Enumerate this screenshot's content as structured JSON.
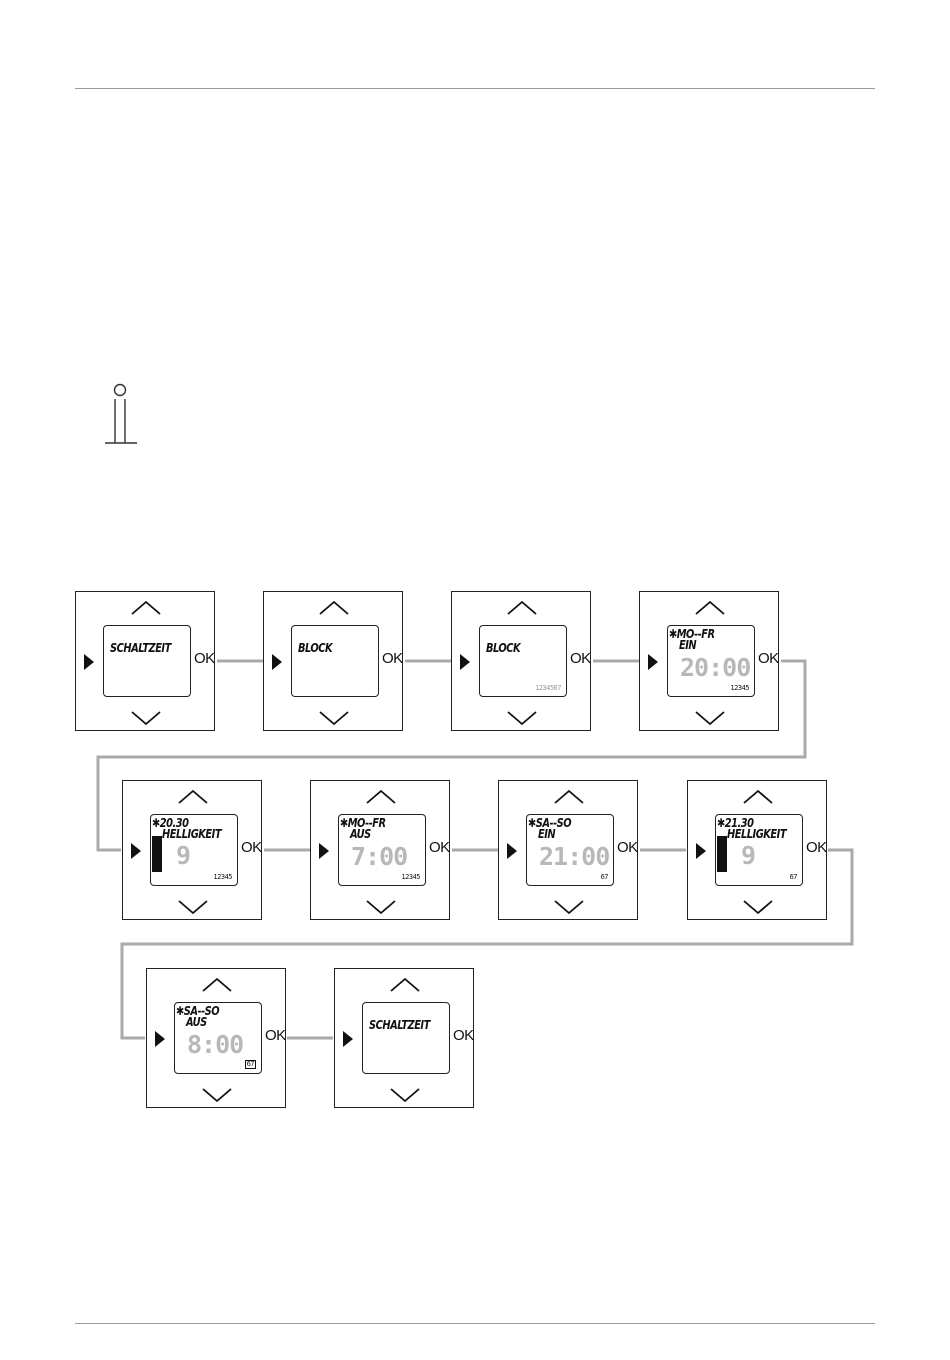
{
  "info_icon": "info-icon",
  "ok_label": "OK",
  "steps": [
    {
      "line1": "SCHALTZEIT",
      "star": false
    },
    {
      "line1": "BLOCK",
      "star": false
    },
    {
      "line1": "BLOCK",
      "tag": "1234567",
      "tag_style": "grey",
      "star": false
    },
    {
      "line1": "MO--FR",
      "line2": "EIN",
      "value": "20:00",
      "tag": "12345",
      "star": true
    },
    {
      "line1": "20.30",
      "line2": "HELLIGKEIT",
      "value": "9",
      "tag": "12345",
      "star": true,
      "bar": true
    },
    {
      "line1": "MO--FR",
      "line2": "AUS",
      "value": "7:00",
      "tag": "12345",
      "star": true
    },
    {
      "line1": "SA--SO",
      "line2": "EIN",
      "value": "21:00",
      "tag": "67",
      "star": true
    },
    {
      "line1": "21.30",
      "line2": "HELLIGKEIT",
      "value": "9",
      "tag": "67",
      "star": true,
      "bar": true
    },
    {
      "line1": "SA--SO",
      "line2": "AUS",
      "value": "8:00",
      "tag": "67",
      "tag_style": "boxed",
      "star": true
    },
    {
      "line1": "SCHALTZEIT",
      "star": false
    }
  ]
}
